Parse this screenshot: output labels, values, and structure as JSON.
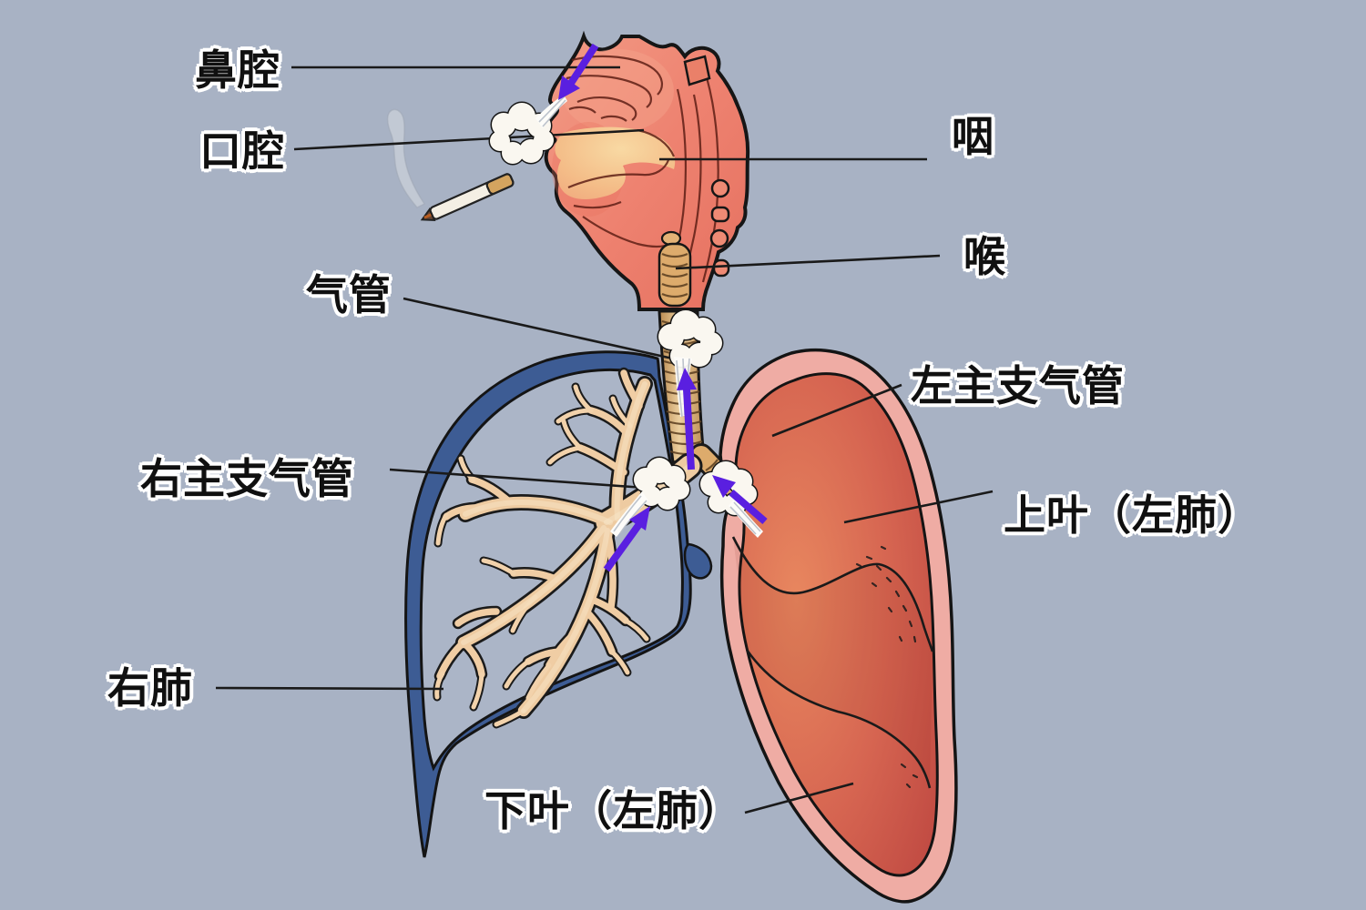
{
  "diagram": {
    "labels": {
      "nasal_cavity": "鼻腔",
      "oral_cavity": "口腔",
      "pharynx": "咽",
      "larynx": "喉",
      "trachea": "气管",
      "left_main_bronchus": "左主支气管",
      "right_main_bronchus": "右主支气管",
      "upper_lobe_left_lung": "上叶（左肺）",
      "right_lung": "右肺",
      "lower_lobe_left_lung": "下叶（左肺）"
    },
    "colors": {
      "background": "#a8b2c4",
      "head_tissue": "#ee8270",
      "mouth_highlight": "#f6d09a",
      "airway_tan": "#d9aa6f",
      "bronchial_tree": "#eecba1",
      "right_lung_outline_blue": "#3d5c94",
      "left_lung_outer_pink": "#efaca4",
      "left_lung_inner_red": "#c84f45",
      "airflow_arrow_purple": "#5a1fe0",
      "smoke_cloud_white": "#faf7f0",
      "label_text": "#101010",
      "leader_line": "#1a1a1a"
    },
    "icons": {
      "cigarette": "cigarette-icon",
      "smoke_puff": "smoke-puff-icon",
      "airflow_arrow": "airflow-arrow-icon"
    }
  }
}
